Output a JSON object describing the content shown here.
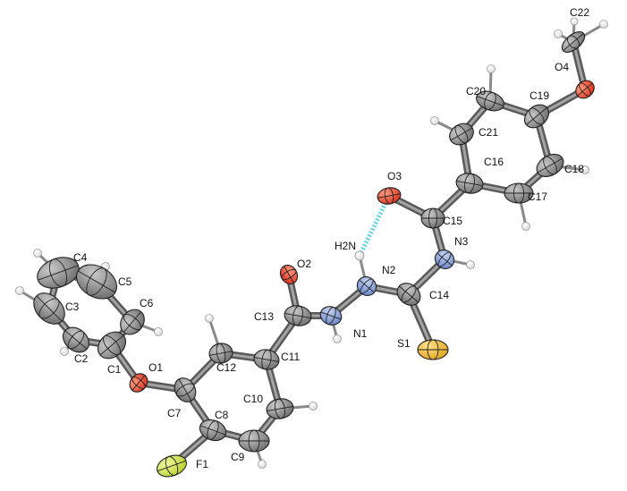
{
  "figure": {
    "hbond_label": "H2N"
  },
  "colors": {
    "carbon": "#6f6f6f",
    "carbon_light": "#c9c9c9",
    "nitrogen": "#6a86c8",
    "nitrogen_light": "#c5d3f1",
    "oxygen": "#d8321c",
    "oxygen_light": "#ff9a80",
    "sulfur": "#e0a520",
    "sulfur_light": "#ffe08a",
    "fluorine": "#bcd12a",
    "fluorine_light": "#eef7a0",
    "hydrogen": "#d8d8d8",
    "bond": "#5a5a5a",
    "bond_light": "#bdbdbd",
    "hbond": "#67d0de",
    "label": "#111111"
  },
  "atoms": [
    {
      "id": "C1",
      "element": "C",
      "label": "C1"
    },
    {
      "id": "C2",
      "element": "C",
      "label": "C2"
    },
    {
      "id": "C3",
      "element": "C",
      "label": "C3"
    },
    {
      "id": "C4",
      "element": "C",
      "label": "C4"
    },
    {
      "id": "C5",
      "element": "C",
      "label": "C5"
    },
    {
      "id": "C6",
      "element": "C",
      "label": "C6"
    },
    {
      "id": "O1",
      "element": "O",
      "label": "O1"
    },
    {
      "id": "C7",
      "element": "C",
      "label": "C7"
    },
    {
      "id": "C8",
      "element": "C",
      "label": "C8"
    },
    {
      "id": "C9",
      "element": "C",
      "label": "C9"
    },
    {
      "id": "C10",
      "element": "C",
      "label": "C10"
    },
    {
      "id": "C11",
      "element": "C",
      "label": "C11"
    },
    {
      "id": "C12",
      "element": "C",
      "label": "C12"
    },
    {
      "id": "F1",
      "element": "F",
      "label": "F1"
    },
    {
      "id": "C13",
      "element": "C",
      "label": "C13"
    },
    {
      "id": "O2",
      "element": "O",
      "label": "O2"
    },
    {
      "id": "N1",
      "element": "N",
      "label": "N1"
    },
    {
      "id": "N2",
      "element": "N",
      "label": "N2"
    },
    {
      "id": "C14",
      "element": "C",
      "label": "C14"
    },
    {
      "id": "S1",
      "element": "S",
      "label": "S1"
    },
    {
      "id": "N3",
      "element": "N",
      "label": "N3"
    },
    {
      "id": "C15",
      "element": "C",
      "label": "C15"
    },
    {
      "id": "O3",
      "element": "O",
      "label": "O3"
    },
    {
      "id": "C16",
      "element": "C",
      "label": "C16"
    },
    {
      "id": "C17",
      "element": "C",
      "label": "C17"
    },
    {
      "id": "C18",
      "element": "C",
      "label": "C18"
    },
    {
      "id": "C19",
      "element": "C",
      "label": "C19"
    },
    {
      "id": "C20",
      "element": "C",
      "label": "C20"
    },
    {
      "id": "C21",
      "element": "C",
      "label": "C21"
    },
    {
      "id": "O4",
      "element": "O",
      "label": "O4"
    },
    {
      "id": "C22",
      "element": "C",
      "label": "C22"
    }
  ],
  "bonds": [
    [
      "C1",
      "C2"
    ],
    [
      "C2",
      "C3"
    ],
    [
      "C3",
      "C4"
    ],
    [
      "C4",
      "C5"
    ],
    [
      "C5",
      "C6"
    ],
    [
      "C6",
      "C1"
    ],
    [
      "C1",
      "O1"
    ],
    [
      "O1",
      "C7"
    ],
    [
      "C7",
      "C8"
    ],
    [
      "C8",
      "C9"
    ],
    [
      "C9",
      "C10"
    ],
    [
      "C10",
      "C11"
    ],
    [
      "C11",
      "C12"
    ],
    [
      "C12",
      "C7"
    ],
    [
      "C8",
      "F1"
    ],
    [
      "C11",
      "C13"
    ],
    [
      "C13",
      "O2"
    ],
    [
      "C13",
      "N1"
    ],
    [
      "N1",
      "N2"
    ],
    [
      "N2",
      "C14"
    ],
    [
      "C14",
      "S1"
    ],
    [
      "C14",
      "N3"
    ],
    [
      "N3",
      "C15"
    ],
    [
      "C15",
      "O3"
    ],
    [
      "C15",
      "C16"
    ],
    [
      "C16",
      "C17"
    ],
    [
      "C17",
      "C18"
    ],
    [
      "C18",
      "C19"
    ],
    [
      "C19",
      "C20"
    ],
    [
      "C20",
      "C21"
    ],
    [
      "C21",
      "C16"
    ],
    [
      "C19",
      "O4"
    ],
    [
      "O4",
      "C22"
    ]
  ],
  "hydrogen_bond": [
    "H2N",
    "O3"
  ]
}
